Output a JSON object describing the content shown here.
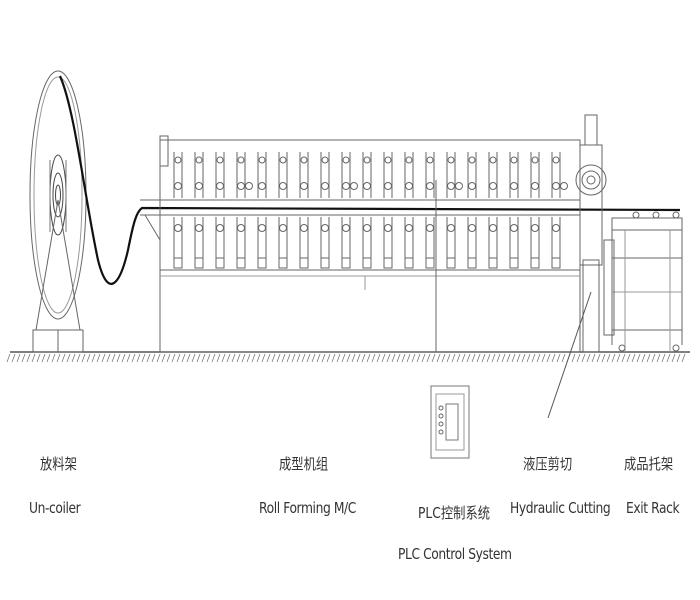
{
  "labels": {
    "uncoiler": {
      "zh": "放料架",
      "en": "Un-coiler"
    },
    "roll_forming": {
      "zh": "成型机组",
      "en": "Roll Forming M/C"
    },
    "plc": {
      "zh": "PLC控制系统",
      "en": "PLC Control System"
    },
    "hydraulic_cutting": {
      "zh": "液压剪切",
      "en": "Hydraulic Cutting"
    },
    "exit_rack": {
      "zh": "成品托架",
      "en": "Exit Rack"
    }
  },
  "colors": {
    "line": "#555555",
    "strip": "#111111",
    "background": "#ffffff"
  }
}
